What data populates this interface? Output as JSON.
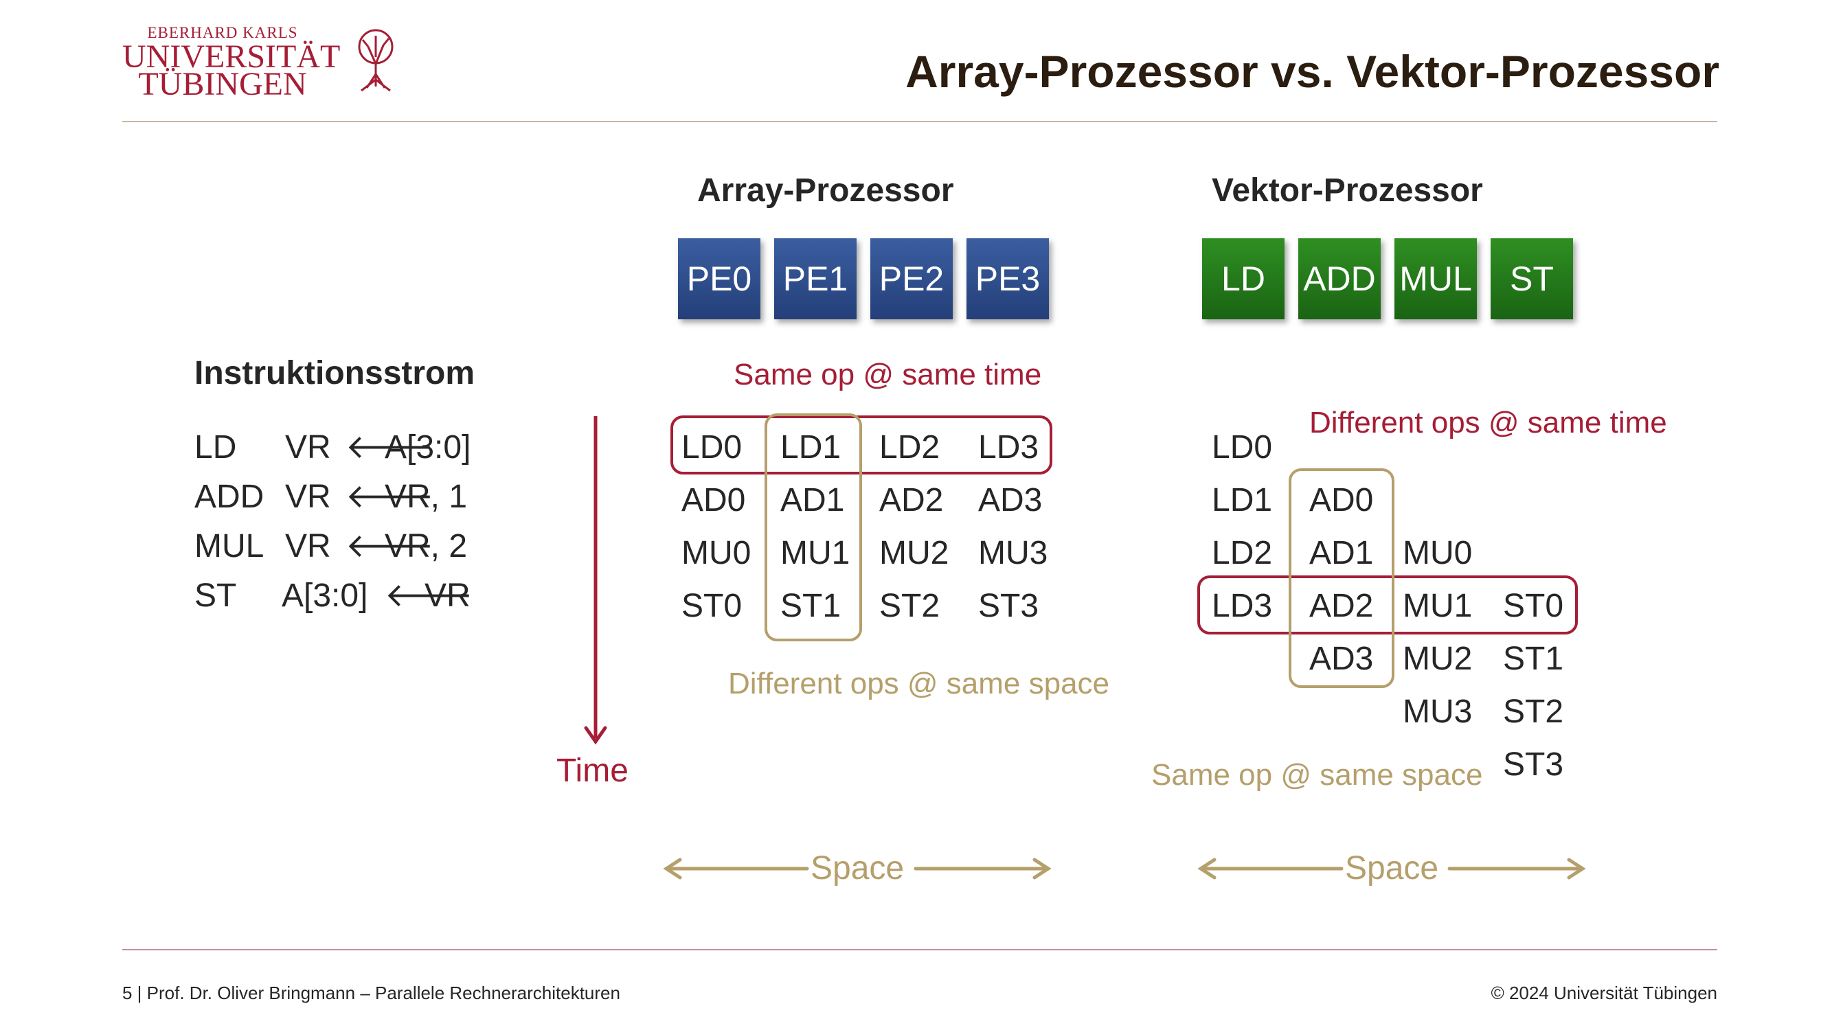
{
  "header": {
    "logo_line1": "EBERHARD KARLS",
    "logo_line2": "UNIVERSITÄT",
    "logo_line3": "TÜBINGEN",
    "title": "Array-Prozessor vs. Vektor-Prozessor"
  },
  "instruction_stream": {
    "heading": "Instruktionsstrom",
    "lines": [
      {
        "op": "LD",
        "dst": "VR",
        "src": "A[3:0]"
      },
      {
        "op": "ADD",
        "dst": "VR",
        "src": "VR, 1"
      },
      {
        "op": "MUL",
        "dst": "VR",
        "src": "VR, 2"
      },
      {
        "op": "ST",
        "dst": "A[3:0]",
        "src": "VR"
      }
    ],
    "arrow_glyph": "🡐"
  },
  "time_label": "Time",
  "array": {
    "title": "Array-Prozessor",
    "units": [
      "PE0",
      "PE1",
      "PE2",
      "PE3"
    ],
    "grid": [
      [
        "LD0",
        "LD1",
        "LD2",
        "LD3"
      ],
      [
        "AD0",
        "AD1",
        "AD2",
        "AD3"
      ],
      [
        "MU0",
        "MU1",
        "MU2",
        "MU3"
      ],
      [
        "ST0",
        "ST1",
        "ST2",
        "ST3"
      ]
    ],
    "note_time": "Same op @ same time",
    "note_space": "Different ops @ same space",
    "space_label": "Space"
  },
  "vector": {
    "title": "Vektor-Prozessor",
    "units": [
      "LD",
      "ADD",
      "MUL",
      "ST"
    ],
    "col_ld": [
      "LD0",
      "LD1",
      "LD2",
      "LD3"
    ],
    "col_add": [
      "AD0",
      "AD1",
      "AD2",
      "AD3"
    ],
    "col_mul": [
      "MU0",
      "MU1",
      "MU2",
      "MU3"
    ],
    "col_st": [
      "ST0",
      "ST1",
      "ST2",
      "ST3"
    ],
    "note_time": "Different ops @ same time",
    "note_space": "Same op @ same space",
    "space_label": "Space"
  },
  "footer": {
    "left": "5 | Prof. Dr. Oliver Bringmann – Parallele Rechnerarchitekturen",
    "right": "© 2024 Universität Tübingen"
  },
  "colors": {
    "crimson": "#a51e36",
    "gold": "#b59f6b",
    "blue_unit": "#2a4a8a",
    "green_unit": "#237a1a"
  }
}
